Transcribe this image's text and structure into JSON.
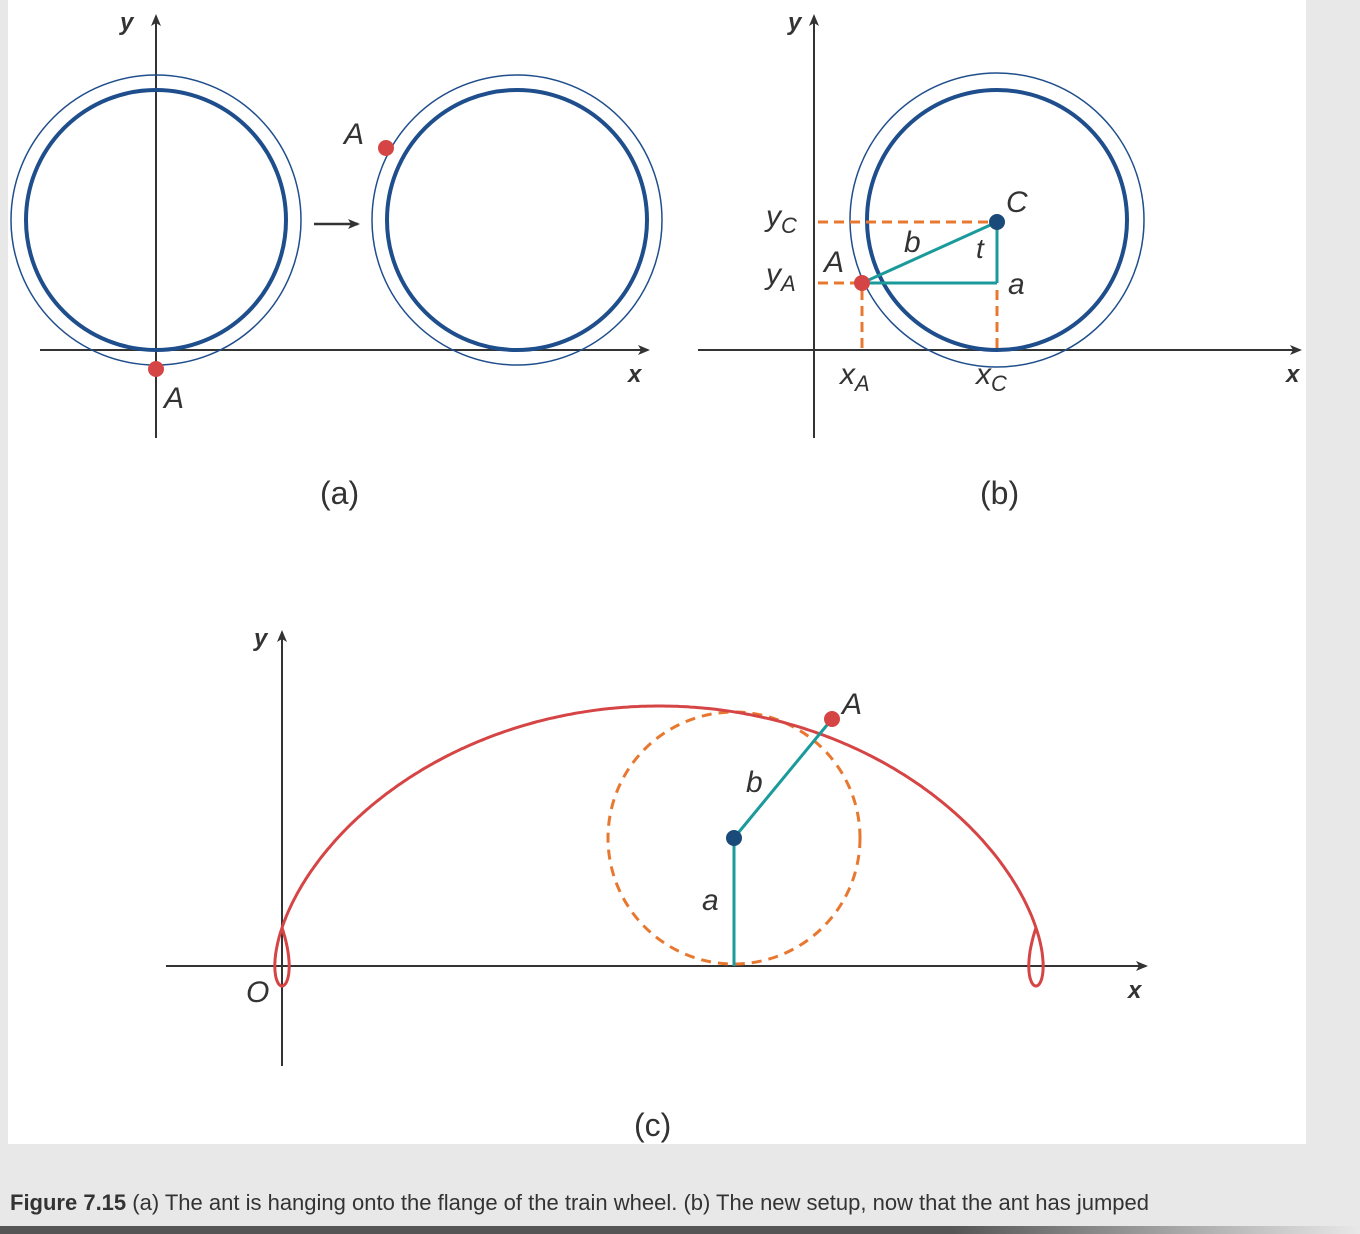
{
  "panel_a": {
    "axis_x": "x",
    "axis_y": "y",
    "point_bottom": "A",
    "point_top": "A",
    "caption": "(a)"
  },
  "panel_b": {
    "axis_x": "x",
    "axis_y": "y",
    "label_yc": "y",
    "label_yc_sub": "C",
    "label_ya": "y",
    "label_ya_sub": "A",
    "label_xa": "x",
    "label_xa_sub": "A",
    "label_xc": "x",
    "label_xc_sub": "C",
    "label_c": "C",
    "label_a_point": "A",
    "label_b": "b",
    "label_t": "t",
    "label_a": "a",
    "caption": "(b)"
  },
  "panel_c": {
    "axis_x": "x",
    "axis_y": "y",
    "origin": "O",
    "label_a_point": "A",
    "label_b": "b",
    "label_a": "a",
    "caption": "(c)"
  },
  "caption": {
    "figure_number": "Figure 7.15",
    "text": " (a) The ant is hanging onto the flange of the train wheel. (b) The new setup, now that the ant has jumped"
  },
  "colors": {
    "wheel": "#1f4e8c",
    "point": "#d64545",
    "center": "#1a4a7a",
    "teal": "#1a9a9a",
    "dashed": "#e87830",
    "curve": "#d64545",
    "axis": "#333333"
  }
}
